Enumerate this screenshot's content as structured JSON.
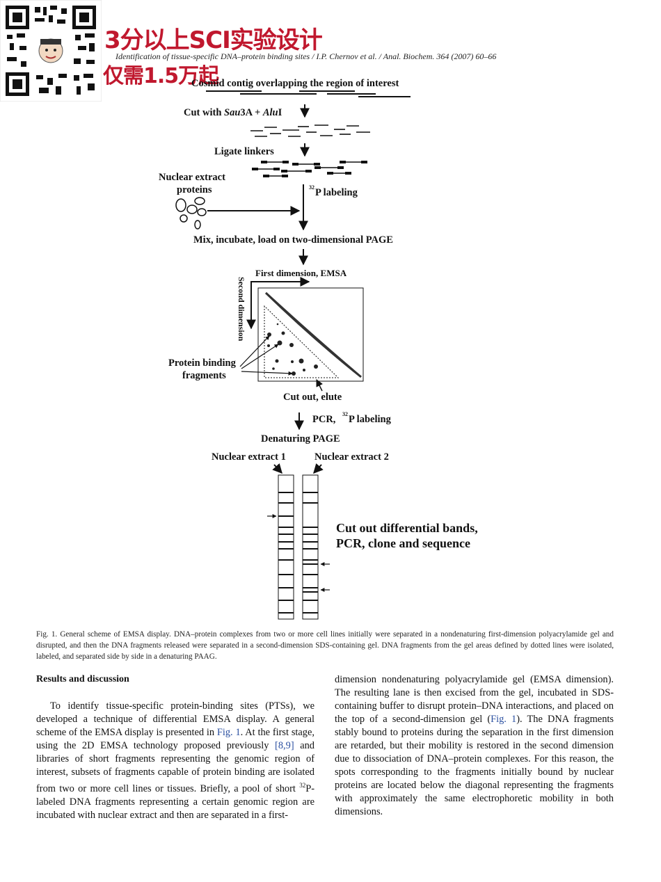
{
  "header": {
    "running_title": "Identification of tissue-specific DNA–protein binding sites / I.P. Chernov et al. / Anal. Biochem. 364 (2007) 60–66"
  },
  "ad": {
    "line1": "3分以上SCI实验设计",
    "line2": "仅需1.5万起"
  },
  "figure": {
    "cosmid": "Cosmid contig overlapping the region of interest",
    "cut_prefix": "Cut with ",
    "cut_enzyme1": "Sau",
    "cut_mid": "3A + ",
    "cut_enzyme2": "Alu",
    "cut_suffix": "I",
    "ligate": "Ligate linkers",
    "nuclear_extract_l1": "Nuclear extract",
    "nuclear_extract_l2": "proteins",
    "isotope": "32",
    "p_labeling": "P labeling",
    "mix": "Mix, incubate, load on two-dimensional PAGE",
    "first_dim": "First dimension, EMSA",
    "second_dim": "Second dimension",
    "protein_binding_l1": "Protein binding",
    "protein_binding_l2": "fragments",
    "cut_out_elute": "Cut out, elute",
    "pcr_label": "PCR, ",
    "denaturing": "Denaturing PAGE",
    "nuclear_extract_1": "Nuclear extract 1",
    "nuclear_extract_2": "Nuclear extract 2",
    "differential_l1": "Cut out differential bands,",
    "differential_l2": "PCR, clone and sequence"
  },
  "caption": "Fig. 1. General scheme of EMSA display. DNA–protein complexes from two or more cell lines initially were separated in a nondenaturing first-dimension polyacrylamide gel and disrupted, and then the DNA fragments released were separated in a second-dimension SDS-containing gel. DNA fragments from the gel areas defined by dotted lines were isolated, labeled, and separated side by side in a denaturing PAAG.",
  "section_heading": "Results and discussion",
  "left_column": {
    "t1": "To identify tissue-specific protein-binding sites (PTSs), we developed a technique of differential EMSA display. A general scheme of the EMSA display is presented in ",
    "ref_fig1": "Fig. 1",
    "t2": ". At the first stage, using the 2D EMSA technology proposed previously ",
    "ref_89": "[8,9]",
    "t3": " and libraries of short fragments representing the genomic region of interest, subsets of fragments capable of protein binding are isolated from two or more cell lines or tissues. Briefly, a pool of short ",
    "sup": "32",
    "t4": "P-labeled DNA fragments representing a certain genomic region are incubated with nuclear extract and then are separated in a first-"
  },
  "right_column": {
    "t1": "dimension nondenaturing polyacrylamide gel (EMSA dimension). The resulting lane is then excised from the gel, incubated in SDS-containing buffer to disrupt protein–DNA interactions, and placed on the top of a second-dimension gel (",
    "ref_fig1": "Fig. 1",
    "t2": "). The DNA fragments stably bound to proteins during the separation in the first dimension are retarded, but their mobility is restored in the second dimension due to dissociation of DNA–protein complexes. For this reason, the spots corresponding to the fragments initially bound by nuclear proteins are located below the diagonal representing the fragments with approximately the same electrophoretic mobility in both dimensions."
  }
}
